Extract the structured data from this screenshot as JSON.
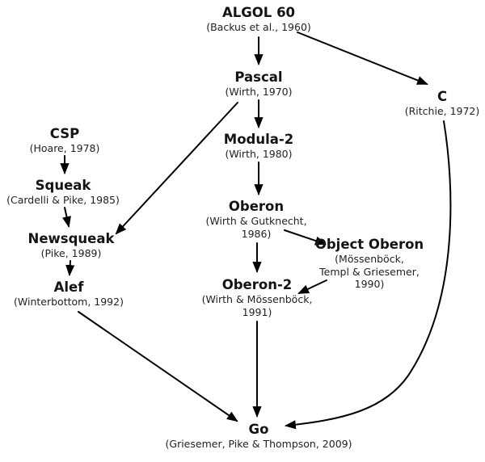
{
  "diagram": {
    "kind": "directed-graph",
    "subject": "Go programming language genealogy",
    "background_color": "#ffffff",
    "line_color": "#000000",
    "text_color": "#1a1a1a",
    "nodes": [
      {
        "id": "algol60",
        "name": "ALGOL 60",
        "citation": "(Backus et al., 1960)"
      },
      {
        "id": "pascal",
        "name": "Pascal",
        "citation": "(Wirth, 1970)"
      },
      {
        "id": "c",
        "name": "C",
        "citation": "(Ritchie, 1972)"
      },
      {
        "id": "csp",
        "name": "CSP",
        "citation": "(Hoare, 1978)"
      },
      {
        "id": "modula2",
        "name": "Modula-2",
        "citation": "(Wirth, 1980)"
      },
      {
        "id": "squeak",
        "name": "Squeak",
        "citation": "(Cardelli & Pike, 1985)"
      },
      {
        "id": "oberon",
        "name": "Oberon",
        "citation": "(Wirth & Gutknecht, 1986)"
      },
      {
        "id": "newsqueak",
        "name": "Newsqueak",
        "citation": "(Pike, 1989)"
      },
      {
        "id": "objectoberon",
        "name": "Object Oberon",
        "citation": "(Mössenböck, Templ & Griesemer, 1990)"
      },
      {
        "id": "alef",
        "name": "Alef",
        "citation": "(Winterbottom, 1992)"
      },
      {
        "id": "oberon2",
        "name": "Oberon-2",
        "citation": "(Wirth & Mössenböck, 1991)"
      },
      {
        "id": "go",
        "name": "Go",
        "citation": "(Griesemer, Pike & Thompson, 2009)"
      }
    ],
    "edges": [
      {
        "from": "algol60",
        "to": "pascal"
      },
      {
        "from": "algol60",
        "to": "c"
      },
      {
        "from": "pascal",
        "to": "modula2"
      },
      {
        "from": "pascal",
        "to": "newsqueak"
      },
      {
        "from": "modula2",
        "to": "oberon"
      },
      {
        "from": "oberon",
        "to": "objectoberon"
      },
      {
        "from": "oberon",
        "to": "oberon2"
      },
      {
        "from": "objectoberon",
        "to": "oberon2"
      },
      {
        "from": "csp",
        "to": "squeak"
      },
      {
        "from": "squeak",
        "to": "newsqueak"
      },
      {
        "from": "newsqueak",
        "to": "alef"
      },
      {
        "from": "alef",
        "to": "go"
      },
      {
        "from": "oberon2",
        "to": "go"
      },
      {
        "from": "c",
        "to": "go"
      }
    ]
  }
}
